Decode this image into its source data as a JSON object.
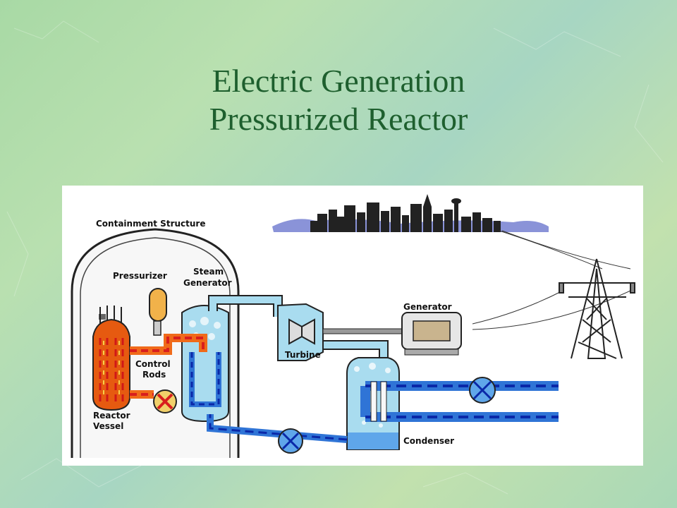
{
  "slide": {
    "title_line1": "Electric Generation",
    "title_line2": "Pressurized Reactor"
  },
  "diagram": {
    "labels": {
      "containment": "Containment Structure",
      "pressurizer": "Pressurizer",
      "steam_gen_1": "Steam",
      "steam_gen_2": "Generator",
      "control_rods_1": "Control",
      "control_rods_2": "Rods",
      "reactor_1": "Reactor",
      "reactor_2": "Vessel",
      "turbine": "Turbine",
      "generator": "Generator",
      "condenser": "Condenser"
    },
    "colors": {
      "hot_loop": "#f06a1a",
      "hot_dash": "#d81e1e",
      "reactor_core": "#e65a10",
      "steam": "#a9dcef",
      "cool_water": "#2f74d6",
      "cool_dash": "#0a28a8",
      "pressurizer": "#f1b24a",
      "city": "#222222",
      "sky": "#8a93d8"
    }
  }
}
